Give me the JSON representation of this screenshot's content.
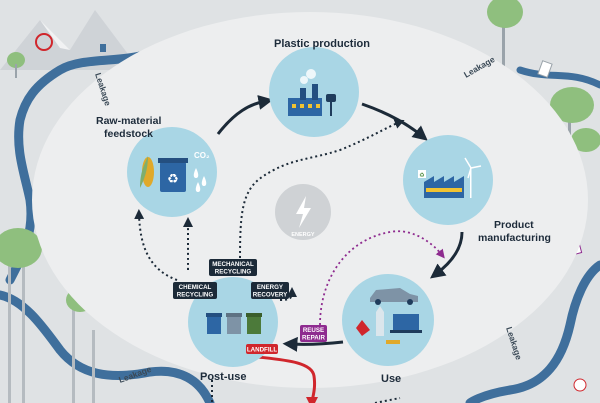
{
  "stages": {
    "raw_material": {
      "line1": "Raw-material",
      "line2": "feedstock",
      "co2": "CO₂"
    },
    "plastic_production": {
      "label": "Plastic production"
    },
    "product_manufacturing": {
      "line1": "Product",
      "line2": "manufacturing"
    },
    "use": {
      "label": "Use"
    },
    "post_use": {
      "label": "Post-use"
    },
    "energy": {
      "label": "ENERGY"
    }
  },
  "tags": {
    "mechanical": {
      "line1": "MECHANICAL",
      "line2": "RECYCLING"
    },
    "chemical": {
      "line1": "CHEMICAL",
      "line2": "RECYCLING"
    },
    "energy_recovery": {
      "line1": "ENERGY",
      "line2": "RECOVERY"
    },
    "reuse": {
      "line1": "REUSE",
      "line2": "REPAIR"
    },
    "landfill": {
      "label": "LANDFILL"
    }
  },
  "leakage": {
    "label": "Leakage"
  },
  "colors": {
    "background": "#dfe2e4",
    "ellipse": "#edeeef",
    "stage_circle": "#a9d6e5",
    "river": "#3f6f9c",
    "dark_tag": "#1c2a38",
    "reuse_tag": "#8e2b8f",
    "landfill_tag": "#d0262c",
    "tree": "#8fbf7e",
    "energy_circle": "#cfd2d5"
  }
}
